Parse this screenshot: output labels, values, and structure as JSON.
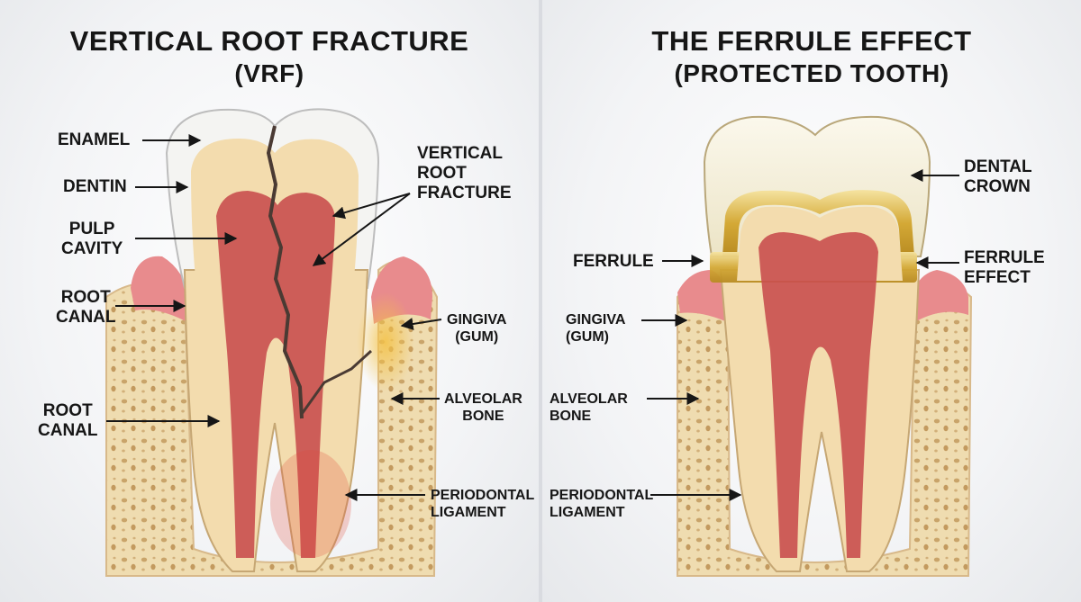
{
  "left": {
    "title": "VERTICAL ROOT FRACTURE",
    "subtitle": "(VRF)",
    "labels": {
      "enamel": "ENAMEL",
      "dentin": "DENTIN",
      "pulp_cavity": "PULP\nCAVITY",
      "root_canal_upper": "ROOT\nCANAL",
      "root_canal_lower": "ROOT\nCANAL",
      "vertical_root_fracture": "VERTICAL\nROOT\nFRACTURE",
      "gingiva": "GINGIVA\n(GUM)",
      "alveolar_bone": "ALVEOLAR\nBONE",
      "periodontal_ligament": "PERIODONTAL\nLIGAMENT"
    }
  },
  "right": {
    "title": "THE FERRULE EFFECT",
    "subtitle": "(PROTECTED TOOTH)",
    "labels": {
      "dental_crown": "DENTAL\nCROWN",
      "ferrule": "FERRULE",
      "ferrule_effect": "FERRULE\nEFFECT",
      "gingiva": "GINGIVA\n(GUM)",
      "alveolar_bone": "ALVEOLAR\nBONE",
      "periodontal_ligament": "PERIODONTAL\nLIGAMENT"
    }
  },
  "colors": {
    "enamel": "#f4f4f2",
    "dentin": "#f3dcae",
    "pulp": "#c94f4f",
    "gum": "#e88b8d",
    "bone": "#efdcb0",
    "crown_gold": "#d9b24a",
    "fracture": "#4a3a33"
  }
}
